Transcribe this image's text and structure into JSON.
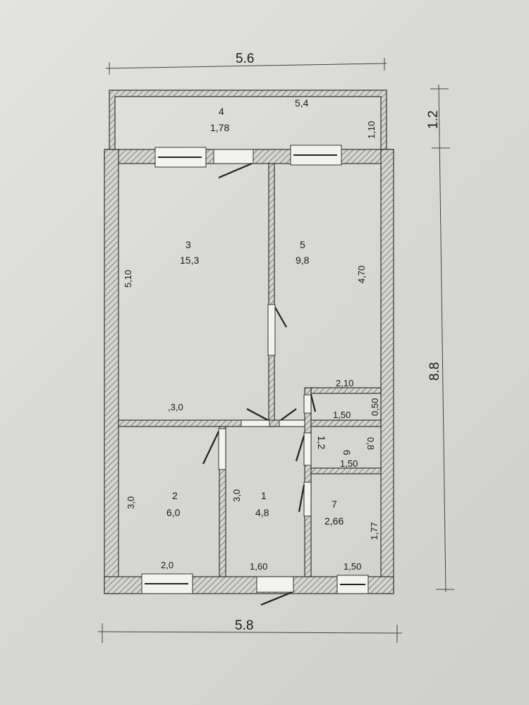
{
  "overall": {
    "top_width": "5.6",
    "bottom_width": "5.8",
    "right_height": "8.8",
    "balcony_depth": "1.2"
  },
  "rooms": {
    "balcony": {
      "number": "4",
      "area": "1,78",
      "length": "5,4",
      "depth": "1,10"
    },
    "room3": {
      "number": "3",
      "area": "15,3",
      "side": "5,10",
      "bottom": ",3,0"
    },
    "room5": {
      "number": "5",
      "area": "9,8",
      "side": "4,70",
      "bottom": "2,10"
    },
    "room2": {
      "number": "2",
      "area": "6,0",
      "side": "3,0",
      "bottom": "2,0"
    },
    "room1": {
      "number": "1",
      "area": "4,8",
      "side": "3,0",
      "bottom": "1,60"
    },
    "room6": {
      "number": "6",
      "area": "1,2",
      "top": "1,50",
      "top_right": "0,50",
      "side": "0,8",
      "bottom": "1,50"
    },
    "room7": {
      "number": "7",
      "area": "2,66",
      "side": "1,77",
      "bottom": "1,50"
    }
  }
}
